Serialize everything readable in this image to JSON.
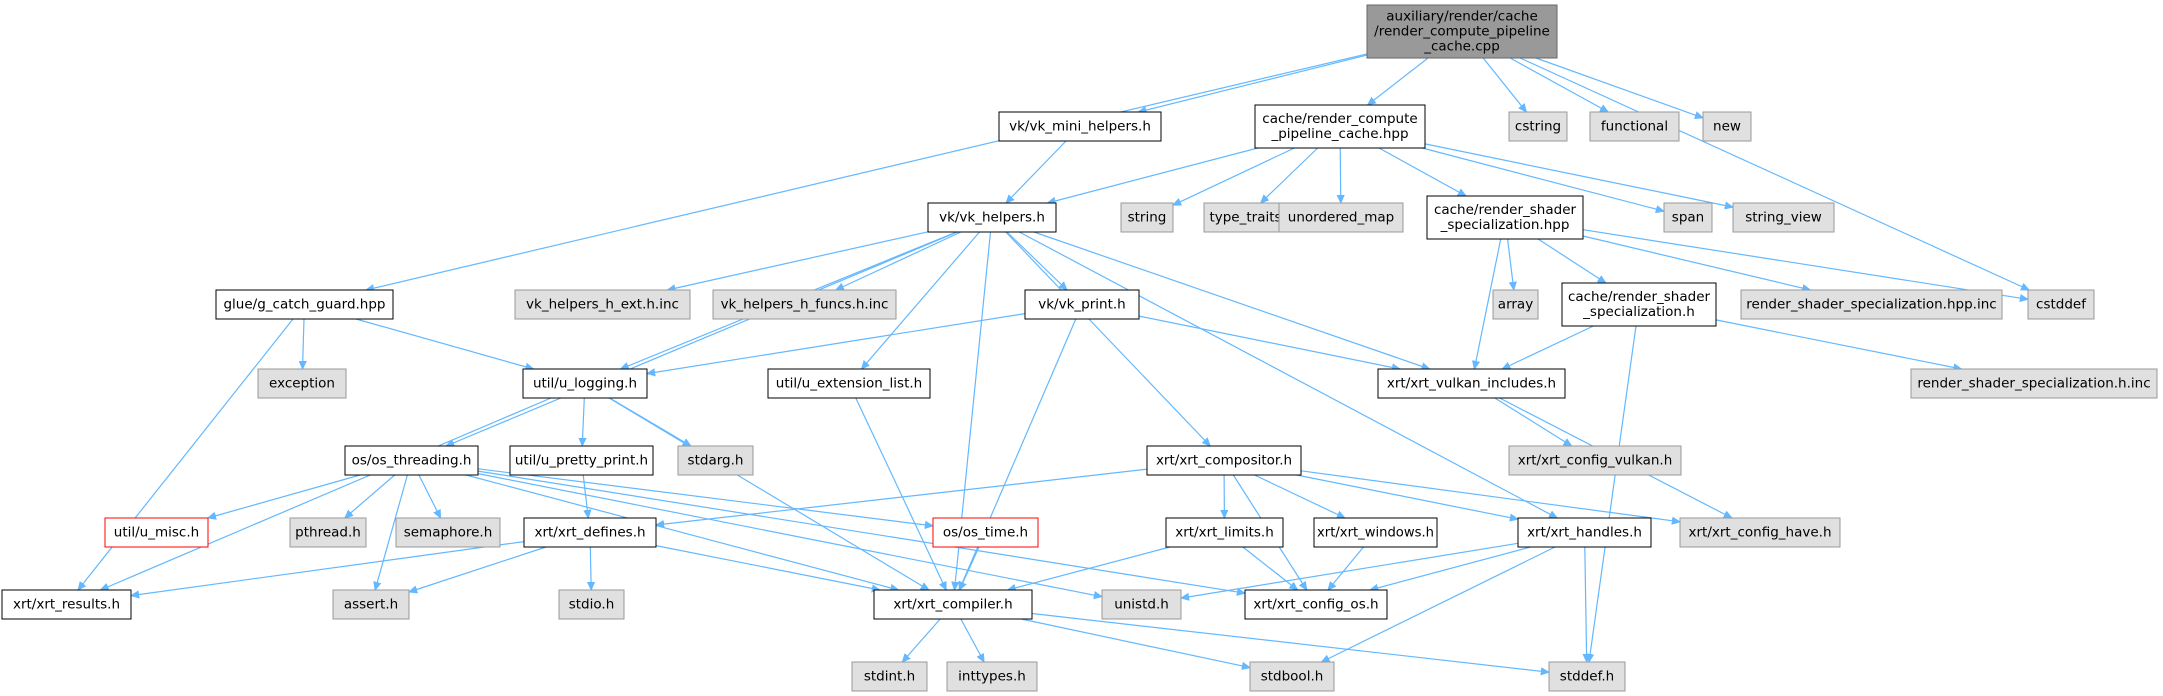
{
  "colors": {
    "edge": "#63b8ff",
    "root_fill": "#999999",
    "node_fill": "#ffffff",
    "system_fill": "#e0e0e0",
    "node_border": "#000000",
    "system_border": "#999999",
    "missing_border": "#ff0000"
  },
  "nodes": [
    {
      "id": "root",
      "lines": [
        "auxiliary/render/cache",
        "/render_compute_pipeline",
        "_cache.cpp"
      ],
      "style": "root"
    },
    {
      "id": "vk_mini",
      "lines": [
        "vk/vk_mini_helpers.h"
      ],
      "style": "normal"
    },
    {
      "id": "rcp_hpp",
      "lines": [
        "cache/render_compute",
        "_pipeline_cache.hpp"
      ],
      "style": "normal"
    },
    {
      "id": "cstring",
      "lines": [
        "cstring"
      ],
      "style": "system"
    },
    {
      "id": "functional",
      "lines": [
        "functional"
      ],
      "style": "system"
    },
    {
      "id": "new",
      "lines": [
        "new"
      ],
      "style": "system"
    },
    {
      "id": "vk_helpers",
      "lines": [
        "vk/vk_helpers.h"
      ],
      "style": "normal"
    },
    {
      "id": "string",
      "lines": [
        "string"
      ],
      "style": "system"
    },
    {
      "id": "type_traits",
      "lines": [
        "type_traits"
      ],
      "style": "system"
    },
    {
      "id": "unordered_map",
      "lines": [
        "unordered_map"
      ],
      "style": "system"
    },
    {
      "id": "rss_hpp",
      "lines": [
        "cache/render_shader",
        "_specialization.hpp"
      ],
      "style": "normal"
    },
    {
      "id": "span",
      "lines": [
        "span"
      ],
      "style": "system"
    },
    {
      "id": "string_view",
      "lines": [
        "string_view"
      ],
      "style": "system"
    },
    {
      "id": "glue",
      "lines": [
        "glue/g_catch_guard.hpp"
      ],
      "style": "normal"
    },
    {
      "id": "vk_ext",
      "lines": [
        "vk_helpers_h_ext.h.inc"
      ],
      "style": "system"
    },
    {
      "id": "vk_funcs",
      "lines": [
        "vk_helpers_h_funcs.h.inc"
      ],
      "style": "system"
    },
    {
      "id": "vk_print",
      "lines": [
        "vk/vk_print.h"
      ],
      "style": "normal"
    },
    {
      "id": "array",
      "lines": [
        "array"
      ],
      "style": "system"
    },
    {
      "id": "rss_h",
      "lines": [
        "cache/render_shader",
        "_specialization.h"
      ],
      "style": "normal"
    },
    {
      "id": "rss_hpp_inc",
      "lines": [
        "render_shader_specialization.hpp.inc"
      ],
      "style": "system"
    },
    {
      "id": "cstddef",
      "lines": [
        "cstddef"
      ],
      "style": "system"
    },
    {
      "id": "exception",
      "lines": [
        "exception"
      ],
      "style": "system"
    },
    {
      "id": "u_logging",
      "lines": [
        "util/u_logging.h"
      ],
      "style": "normal"
    },
    {
      "id": "u_ext_list",
      "lines": [
        "util/u_extension_list.h"
      ],
      "style": "normal"
    },
    {
      "id": "vk_includes",
      "lines": [
        "xrt/xrt_vulkan_includes.h"
      ],
      "style": "normal"
    },
    {
      "id": "rss_h_inc",
      "lines": [
        "render_shader_specialization.h.inc"
      ],
      "style": "system"
    },
    {
      "id": "os_threading",
      "lines": [
        "os/os_threading.h"
      ],
      "style": "normal"
    },
    {
      "id": "u_pretty",
      "lines": [
        "util/u_pretty_print.h"
      ],
      "style": "normal"
    },
    {
      "id": "stdarg",
      "lines": [
        "stdarg.h"
      ],
      "style": "system"
    },
    {
      "id": "compositor",
      "lines": [
        "xrt/xrt_compositor.h"
      ],
      "style": "normal"
    },
    {
      "id": "cfg_vulkan",
      "lines": [
        "xrt/xrt_config_vulkan.h"
      ],
      "style": "system"
    },
    {
      "id": "u_misc",
      "lines": [
        "util/u_misc.h"
      ],
      "style": "missing"
    },
    {
      "id": "pthread",
      "lines": [
        "pthread.h"
      ],
      "style": "system"
    },
    {
      "id": "semaphore",
      "lines": [
        "semaphore.h"
      ],
      "style": "system"
    },
    {
      "id": "defines",
      "lines": [
        "xrt/xrt_defines.h"
      ],
      "style": "normal"
    },
    {
      "id": "os_time",
      "lines": [
        "os/os_time.h"
      ],
      "style": "missing"
    },
    {
      "id": "limits",
      "lines": [
        "xrt/xrt_limits.h"
      ],
      "style": "normal"
    },
    {
      "id": "windows",
      "lines": [
        "xrt/xrt_windows.h"
      ],
      "style": "normal"
    },
    {
      "id": "handles",
      "lines": [
        "xrt/xrt_handles.h"
      ],
      "style": "normal"
    },
    {
      "id": "cfg_have",
      "lines": [
        "xrt/xrt_config_have.h"
      ],
      "style": "system"
    },
    {
      "id": "results",
      "lines": [
        "xrt/xrt_results.h"
      ],
      "style": "normal"
    },
    {
      "id": "assert",
      "lines": [
        "assert.h"
      ],
      "style": "system"
    },
    {
      "id": "stdio",
      "lines": [
        "stdio.h"
      ],
      "style": "system"
    },
    {
      "id": "compiler",
      "lines": [
        "xrt/xrt_compiler.h"
      ],
      "style": "normal"
    },
    {
      "id": "unistd",
      "lines": [
        "unistd.h"
      ],
      "style": "system"
    },
    {
      "id": "cfg_os",
      "lines": [
        "xrt/xrt_config_os.h"
      ],
      "style": "normal"
    },
    {
      "id": "stdint",
      "lines": [
        "stdint.h"
      ],
      "style": "system"
    },
    {
      "id": "inttypes",
      "lines": [
        "inttypes.h"
      ],
      "style": "system"
    },
    {
      "id": "stdbool",
      "lines": [
        "stdbool.h"
      ],
      "style": "system"
    },
    {
      "id": "stddef",
      "lines": [
        "stddef.h"
      ],
      "style": "system"
    }
  ],
  "edges": [
    [
      "root",
      "vk_mini"
    ],
    [
      "root",
      "rcp_hpp"
    ],
    [
      "root",
      "cstring"
    ],
    [
      "root",
      "functional"
    ],
    [
      "root",
      "new"
    ],
    [
      "root",
      "glue"
    ],
    [
      "root",
      "cstddef"
    ],
    [
      "vk_mini",
      "vk_helpers"
    ],
    [
      "rcp_hpp",
      "vk_helpers"
    ],
    [
      "rcp_hpp",
      "string"
    ],
    [
      "rcp_hpp",
      "type_traits"
    ],
    [
      "rcp_hpp",
      "unordered_map"
    ],
    [
      "rcp_hpp",
      "rss_hpp"
    ],
    [
      "rcp_hpp",
      "span"
    ],
    [
      "rcp_hpp",
      "string_view"
    ],
    [
      "vk_helpers",
      "vk_ext"
    ],
    [
      "vk_helpers",
      "vk_funcs"
    ],
    [
      "vk_helpers",
      "vk_print"
    ],
    [
      "vk_helpers",
      "u_logging"
    ],
    [
      "vk_helpers",
      "u_ext_list"
    ],
    [
      "vk_helpers",
      "vk_includes"
    ],
    [
      "vk_helpers",
      "os_threading"
    ],
    [
      "vk_helpers",
      "compositor"
    ],
    [
      "vk_helpers",
      "compiler"
    ],
    [
      "vk_helpers",
      "handles"
    ],
    [
      "rss_hpp",
      "array"
    ],
    [
      "rss_hpp",
      "rss_h"
    ],
    [
      "rss_hpp",
      "rss_hpp_inc"
    ],
    [
      "rss_hpp",
      "cstddef"
    ],
    [
      "rss_hpp",
      "vk_includes"
    ],
    [
      "rss_h",
      "vk_includes"
    ],
    [
      "rss_h",
      "rss_h_inc"
    ],
    [
      "rss_h",
      "stddef"
    ],
    [
      "glue",
      "exception"
    ],
    [
      "glue",
      "u_logging"
    ],
    [
      "glue",
      "results"
    ],
    [
      "vk_print",
      "u_logging"
    ],
    [
      "vk_print",
      "vk_includes"
    ],
    [
      "vk_print",
      "compiler"
    ],
    [
      "u_logging",
      "u_pretty"
    ],
    [
      "u_logging",
      "stdarg"
    ],
    [
      "u_logging",
      "compiler"
    ],
    [
      "u_logging",
      "results"
    ],
    [
      "u_ext_list",
      "compiler"
    ],
    [
      "vk_includes",
      "cfg_vulkan"
    ],
    [
      "vk_includes",
      "cfg_have"
    ],
    [
      "os_threading",
      "u_misc"
    ],
    [
      "os_threading",
      "pthread"
    ],
    [
      "os_threading",
      "semaphore"
    ],
    [
      "os_threading",
      "os_time"
    ],
    [
      "os_threading",
      "assert"
    ],
    [
      "os_threading",
      "compiler"
    ],
    [
      "os_threading",
      "cfg_os"
    ],
    [
      "os_threading",
      "unistd"
    ],
    [
      "u_pretty",
      "defines"
    ],
    [
      "compositor",
      "defines"
    ],
    [
      "compositor",
      "limits"
    ],
    [
      "compositor",
      "windows"
    ],
    [
      "compositor",
      "handles"
    ],
    [
      "compositor",
      "cfg_have"
    ],
    [
      "compositor",
      "cfg_os"
    ],
    [
      "defines",
      "results"
    ],
    [
      "defines",
      "assert"
    ],
    [
      "defines",
      "stdio"
    ],
    [
      "defines",
      "compiler"
    ],
    [
      "os_time",
      "compiler"
    ],
    [
      "limits",
      "compiler"
    ],
    [
      "limits",
      "cfg_os"
    ],
    [
      "windows",
      "cfg_os"
    ],
    [
      "handles",
      "cfg_os"
    ],
    [
      "handles",
      "unistd"
    ],
    [
      "handles",
      "stdbool"
    ],
    [
      "handles",
      "stddef"
    ],
    [
      "compiler",
      "stdint"
    ],
    [
      "compiler",
      "inttypes"
    ],
    [
      "compiler",
      "stdbool"
    ],
    [
      "compiler",
      "stddef"
    ]
  ]
}
